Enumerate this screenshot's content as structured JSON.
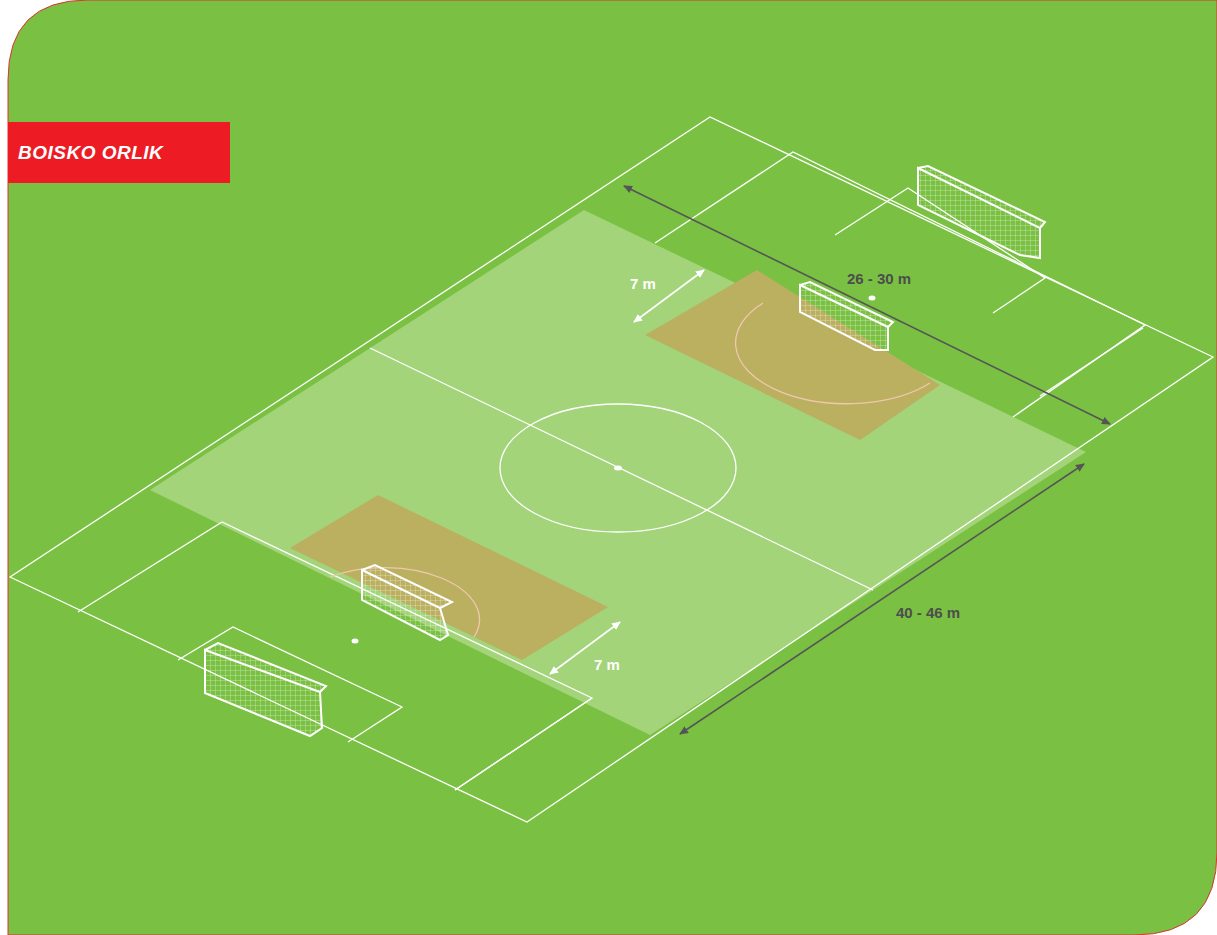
{
  "diagram": {
    "title": "BOISKO ORLIK",
    "labels": [
      "7 m",
      "26 - 30 m",
      "7 m",
      "40 - 46 m"
    ]
  }
}
